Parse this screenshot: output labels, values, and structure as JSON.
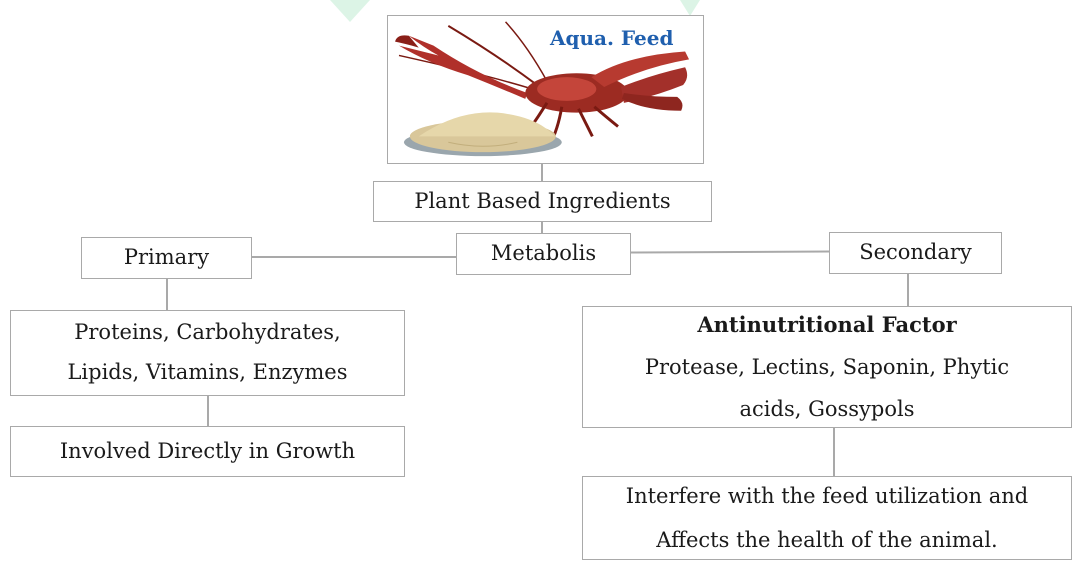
{
  "diagram": {
    "image_caption": "Aqua. Feed",
    "root": "Plant Based Ingredients",
    "center": "Metabolis",
    "primary": {
      "label": "Primary",
      "items": "Proteins, Carbohydrates, Lipids, Vitamins, Enzymes",
      "effect": "Involved Directly in Growth"
    },
    "secondary": {
      "label": "Secondary",
      "title": "Antinutritional Factor",
      "items": "Protease, Lectins, Saponin, Phytic acids, Gossypols",
      "effect": "Interfere with the feed utilization and Affects the health of the animal."
    }
  },
  "colors": {
    "caption": "#1f5fae",
    "border": "#a9a9a9",
    "watermark": "#2fbf6a"
  },
  "icons": [
    "crayfish-illustration",
    "feed-bowl-illustration"
  ]
}
